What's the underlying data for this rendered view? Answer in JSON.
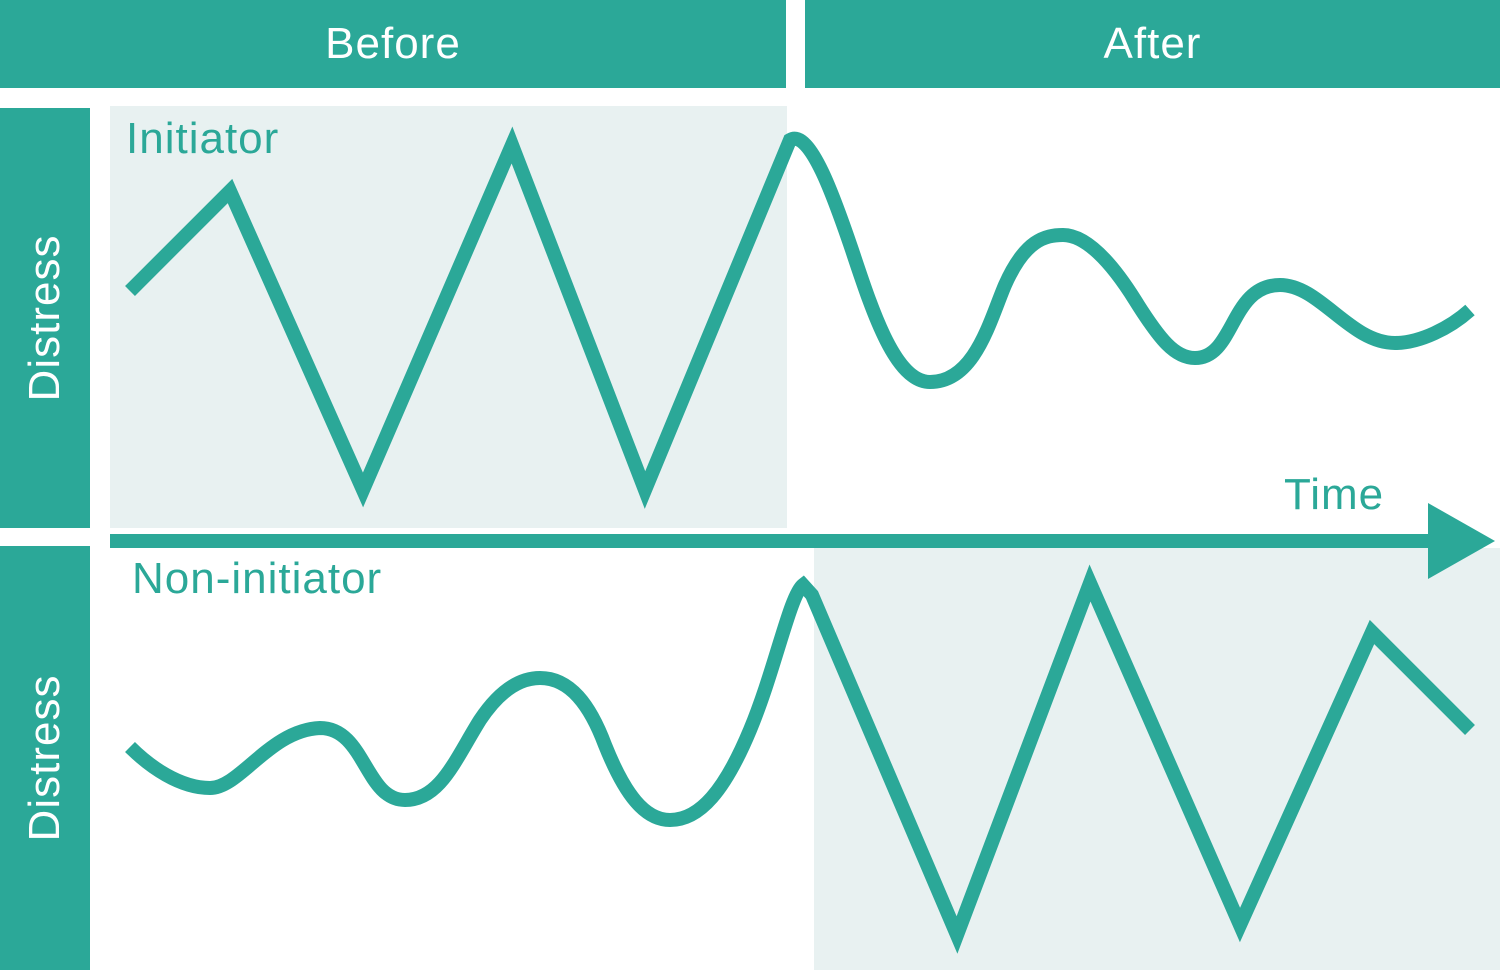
{
  "colors": {
    "accent": "#2ba898",
    "shade": "#e8f1f1",
    "background": "#ffffff",
    "label_text": "#ffffff"
  },
  "header": {
    "before": "Before",
    "after": "After"
  },
  "axis": {
    "y_label_top": "Distress",
    "y_label_bottom": "Distress",
    "x_label": "Time"
  },
  "panels": {
    "top_title": "Initiator",
    "bottom_title": "Non-initiator"
  }
}
